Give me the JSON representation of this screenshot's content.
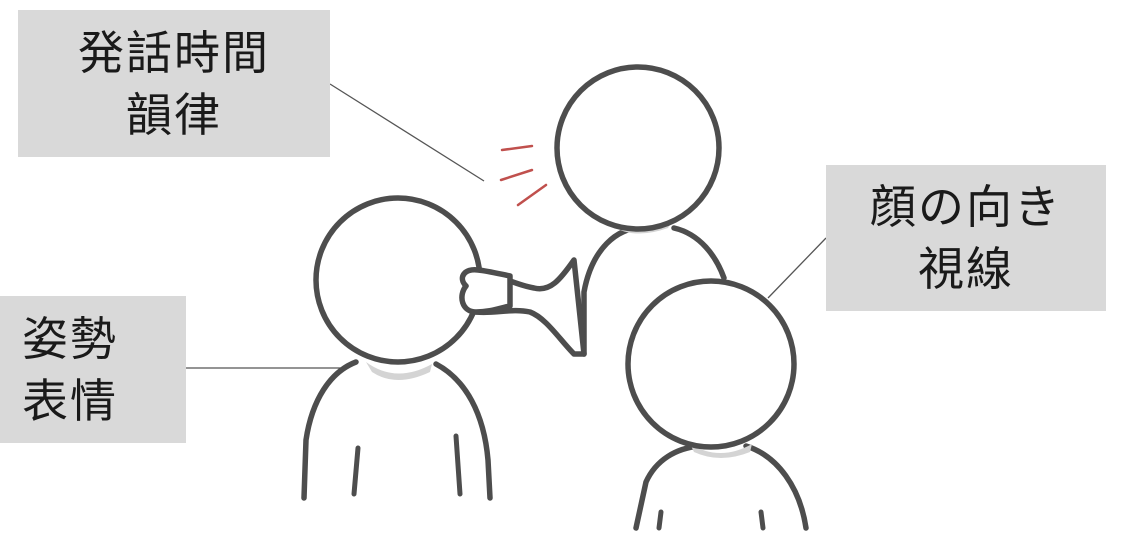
{
  "labels": {
    "speech": {
      "line1": "発話時間",
      "line2": "韻律"
    },
    "gaze": {
      "line1": "顔の向き",
      "line2": "視線"
    },
    "posture": {
      "line1": "姿勢",
      "line2": "表情"
    }
  },
  "colors": {
    "box_fill": "#d9d9d9",
    "figure_stroke": "#4d4d4d",
    "figure_fill": "#ffffff",
    "neck_shadow": "#d4d4d4",
    "speech_marks": "#c0504d",
    "leader_line": "#555555"
  }
}
